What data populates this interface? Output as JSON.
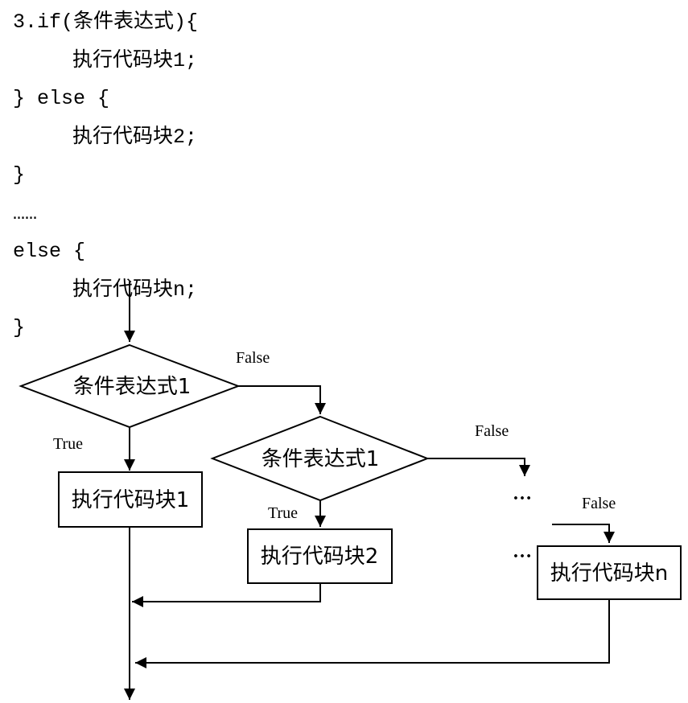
{
  "code": {
    "line1": "3.if(条件表达式){",
    "line2": "执行代码块1;",
    "line3": "} else {",
    "line4": "执行代码块2;",
    "line5": "}",
    "line6": "……",
    "line7": "else {",
    "line8": "执行代码块n;",
    "line9": "}"
  },
  "flowchart": {
    "decision1": "条件表达式1",
    "decision2": "条件表达式1",
    "block1": "执行代码块1",
    "block2": "执行代码块2",
    "blockn": "执行代码块n",
    "false_label_1": "False",
    "false_label_2": "False",
    "false_label_3": "False",
    "true_label_1": "True",
    "true_label_2": "True",
    "ellipsis_1": "…",
    "ellipsis_2": "…"
  }
}
